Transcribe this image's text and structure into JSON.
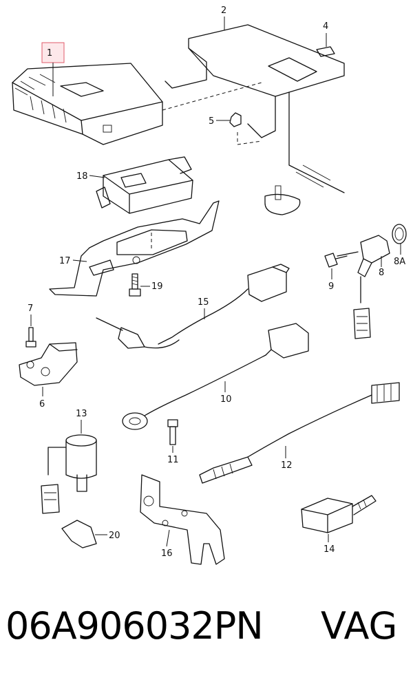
{
  "callouts": {
    "c1": "1",
    "c2": "2",
    "c4": "4",
    "c5": "5",
    "c18": "18",
    "c17": "17",
    "c19": "19",
    "c15": "15",
    "c7": "7",
    "c6": "6",
    "c9": "9",
    "c8": "8",
    "c8a": "8A",
    "c10": "10",
    "c13": "13",
    "c11": "11",
    "c12": "12",
    "c20": "20",
    "c16": "16",
    "c14": "14"
  },
  "highlight_color": "#e05a6a",
  "caption": {
    "part_number": "06A906032PN",
    "brand": "VAG"
  }
}
